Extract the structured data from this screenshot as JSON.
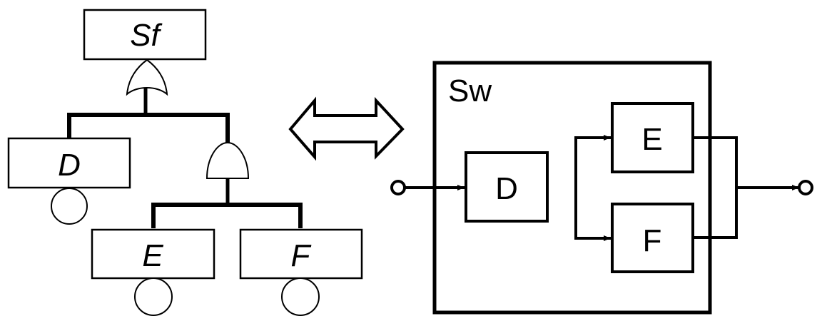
{
  "fault_tree": {
    "top_event": "Sf",
    "top_gate": "or-gate",
    "sub_gate": "and-gate",
    "basic_events": [
      "D",
      "E",
      "F"
    ]
  },
  "equivalence_symbol": "double-arrow",
  "block_diagram": {
    "title": "Sw",
    "blocks": [
      "D",
      "E",
      "F"
    ],
    "structure": "D in series with (E parallel F)"
  },
  "colors": {
    "stroke": "#000000",
    "fill": "#ffffff"
  }
}
